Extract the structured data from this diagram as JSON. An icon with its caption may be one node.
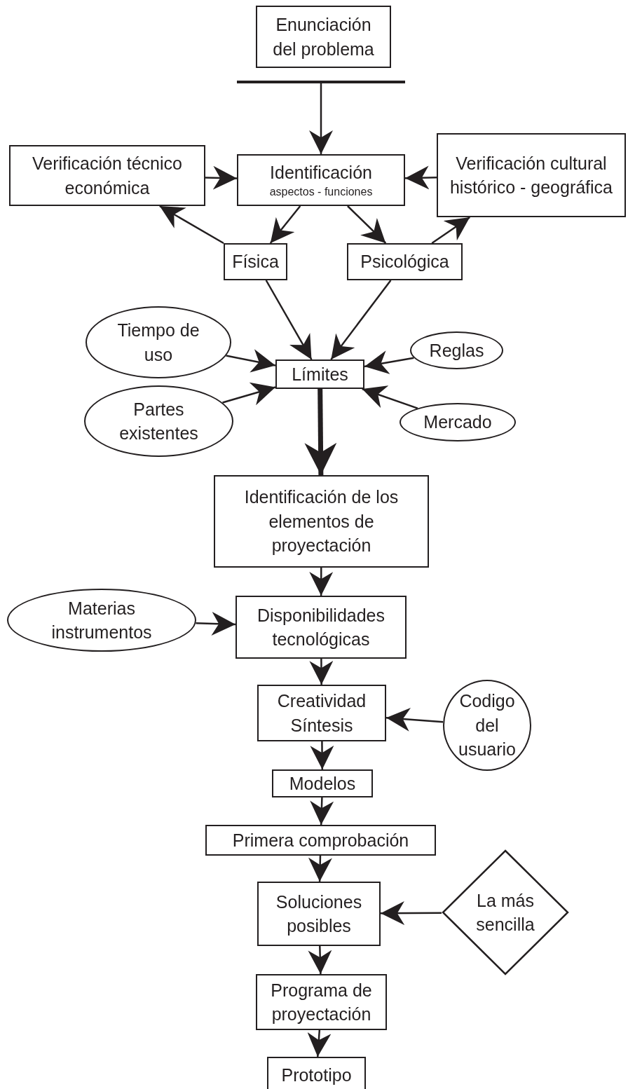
{
  "diagram": {
    "nodes": [
      {
        "text": [
          "Enunciación del problema"
        ]
      },
      {
        "text": [],
        "shape": "bar"
      },
      {
        "text": [
          "Verificación técnico económica"
        ]
      },
      {
        "text": [
          "Identificación",
          "aspectos - funciones"
        ]
      },
      {
        "text": [
          "Verificación cultural histórico - geográfica"
        ]
      },
      {
        "text": [
          "Física"
        ]
      },
      {
        "text": [
          "Psicológica"
        ]
      },
      {
        "text": [
          "Tiempo de uso"
        ]
      },
      {
        "text": [
          "Reglas"
        ]
      },
      {
        "text": [
          "Límites"
        ]
      },
      {
        "text": [
          "Partes existentes"
        ]
      },
      {
        "text": [
          "Mercado"
        ]
      },
      {
        "text": [
          "Identificación de los elementos de proyectación"
        ]
      },
      {
        "text": [
          "Materias instrumentos"
        ]
      },
      {
        "text": [
          "Disponibilidades tecnológicas"
        ]
      },
      {
        "text": [
          "Creatividad Síntesis"
        ]
      },
      {
        "text": [
          "Codigo del usuario"
        ]
      },
      {
        "text": [
          "Modelos"
        ]
      },
      {
        "text": [
          "Primera comprobación"
        ]
      },
      {
        "text": [
          "Soluciones posibles"
        ]
      },
      {
        "text": [
          "La más sencilla"
        ]
      },
      {
        "text": [
          "Programa de proyectación"
        ]
      },
      {
        "text": [
          "Prototipo"
        ]
      }
    ],
    "edges": [
      {
        "from": 1,
        "to": 3,
        "arrow": "to"
      },
      {
        "from": 2,
        "to": 3,
        "arrow": "to"
      },
      {
        "from": 4,
        "to": 3,
        "arrow": "to"
      },
      {
        "from": 3,
        "to": 5,
        "arrow": "to"
      },
      {
        "from": 3,
        "to": 6,
        "arrow": "to"
      },
      {
        "from": 5,
        "to": 2,
        "arrow": "to"
      },
      {
        "from": 6,
        "to": 4,
        "arrow": "to"
      },
      {
        "from": 5,
        "to": 9,
        "arrow": "to"
      },
      {
        "from": 6,
        "to": 9,
        "arrow": "to"
      },
      {
        "from": 7,
        "to": 9,
        "arrow": "to"
      },
      {
        "from": 8,
        "to": 9,
        "arrow": "to"
      },
      {
        "from": 10,
        "to": 9,
        "arrow": "to"
      },
      {
        "from": 11,
        "to": 9,
        "arrow": "to"
      },
      {
        "from": 9,
        "to": 12,
        "arrow": "to",
        "style": "thick"
      },
      {
        "from": 12,
        "to": 14,
        "arrow": "to"
      },
      {
        "from": 13,
        "to": 14,
        "arrow": "to"
      },
      {
        "from": 14,
        "to": 15,
        "arrow": "to"
      },
      {
        "from": 16,
        "to": 15,
        "arrow": "to"
      },
      {
        "from": 15,
        "to": 17,
        "arrow": "to"
      },
      {
        "from": 17,
        "to": 18,
        "arrow": "to"
      },
      {
        "from": 18,
        "to": 19,
        "arrow": "to"
      },
      {
        "from": 20,
        "to": 19,
        "arrow": "to"
      },
      {
        "from": 19,
        "to": 21,
        "arrow": "to"
      },
      {
        "from": 21,
        "to": 22,
        "arrow": "to"
      }
    ]
  }
}
